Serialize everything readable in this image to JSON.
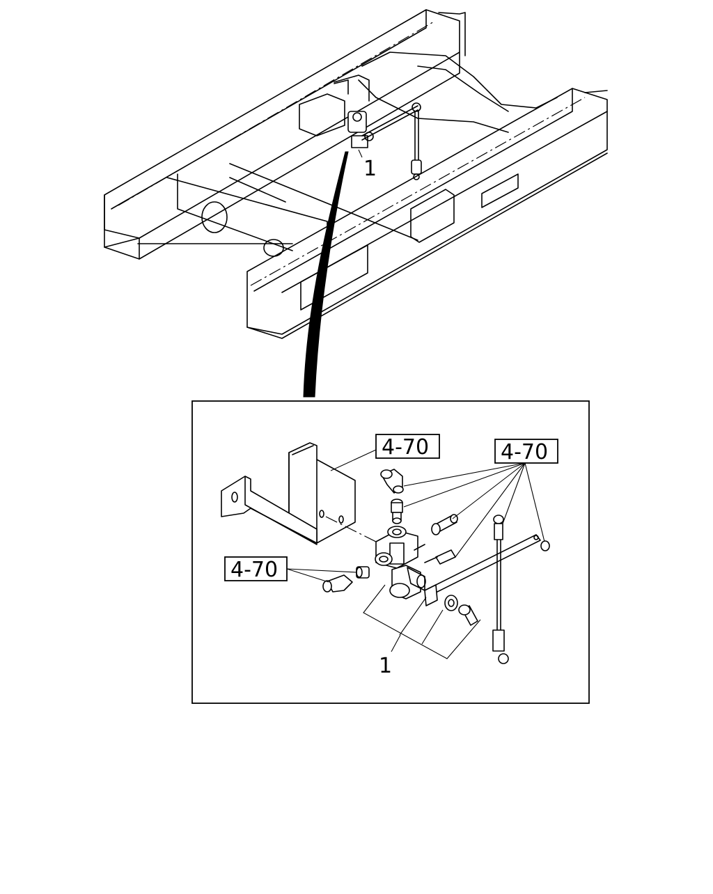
{
  "overview": {
    "callout_number": "1"
  },
  "detail": {
    "part_number_label": "1",
    "references": [
      {
        "text": "4-70"
      },
      {
        "text": "4-70"
      },
      {
        "text": "4-70"
      }
    ]
  }
}
